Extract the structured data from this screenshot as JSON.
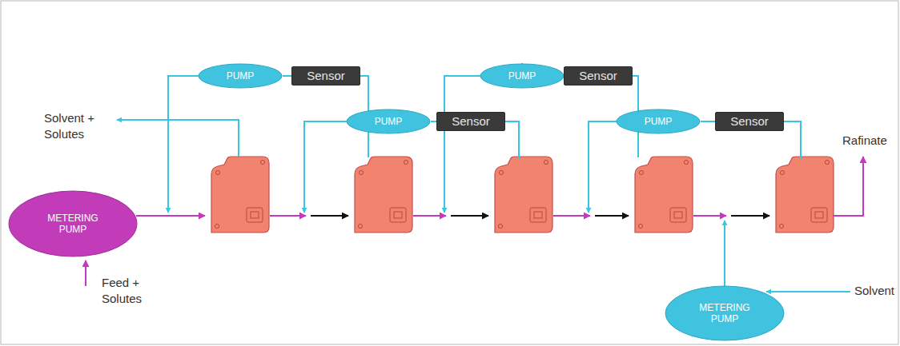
{
  "diagram": {
    "nodes": [
      {
        "text": [
          "PUMP"
        ]
      },
      {
        "text": [
          "Sensor"
        ]
      },
      {
        "text": [
          "PUMP"
        ]
      },
      {
        "text": [
          "Sensor"
        ]
      },
      {
        "text": [
          "PUMP"
        ]
      },
      {
        "text": [
          "Sensor"
        ]
      },
      {
        "text": [
          "PUMP"
        ]
      },
      {
        "text": [
          "Sensor"
        ]
      },
      {
        "text": [
          "METERING PUMP"
        ]
      },
      {
        "text": [
          "METERING PUMP"
        ]
      }
    ],
    "edges": [
      {
        "from": 0,
        "to": 1,
        "arrow": "none"
      },
      {
        "from": 2,
        "to": 3,
        "arrow": "none"
      },
      {
        "from": 4,
        "to": 5,
        "arrow": "none"
      },
      {
        "from": 6,
        "to": 7,
        "arrow": "none"
      }
    ],
    "labels": [
      "Solvent + Solutes",
      "Feed + Solutes",
      "Rafinate",
      "Solvent"
    ]
  }
}
